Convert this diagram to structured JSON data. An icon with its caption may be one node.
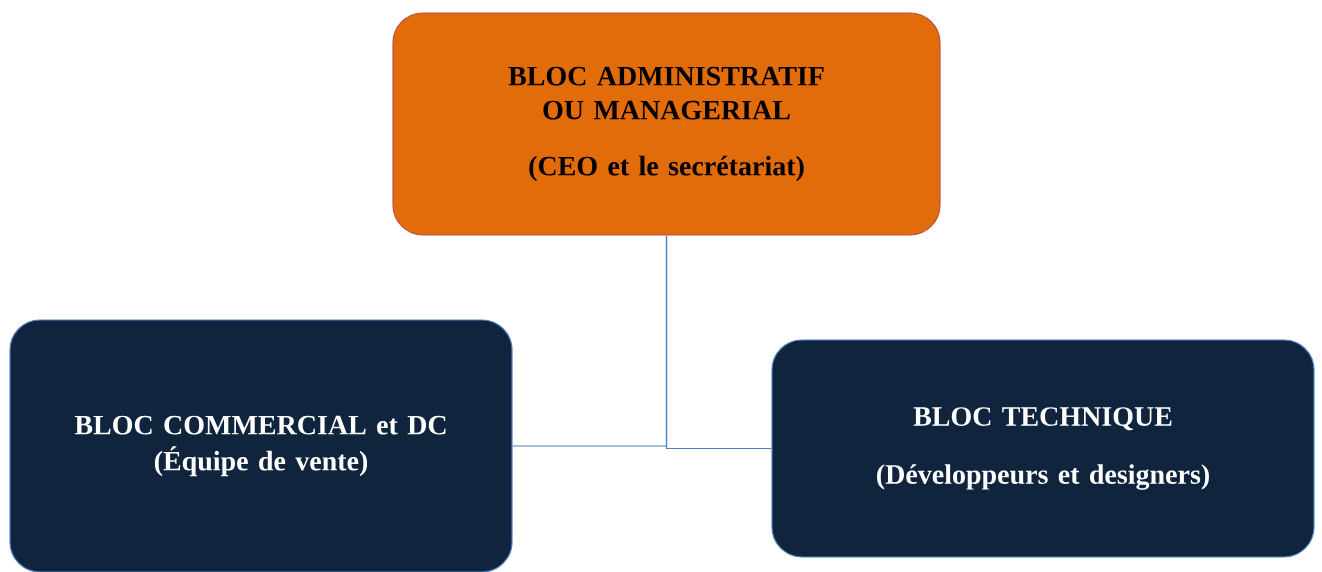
{
  "diagram": {
    "nodes": [
      {
        "text": [
          "BLOC ADMINISTRATIF OU MANAGERIAL",
          "(CEO et le secrétariat)"
        ]
      },
      {
        "text": [
          "BLOC COMMERCIAL et DC",
          "(Équipe de vente)"
        ]
      },
      {
        "text": [
          "BLOC TECHNIQUE",
          "(Développeurs et designers)"
        ]
      }
    ],
    "edges": [
      {
        "from": 0,
        "to": 1,
        "arrow": "none"
      },
      {
        "from": 0,
        "to": 2,
        "arrow": "none"
      }
    ]
  }
}
